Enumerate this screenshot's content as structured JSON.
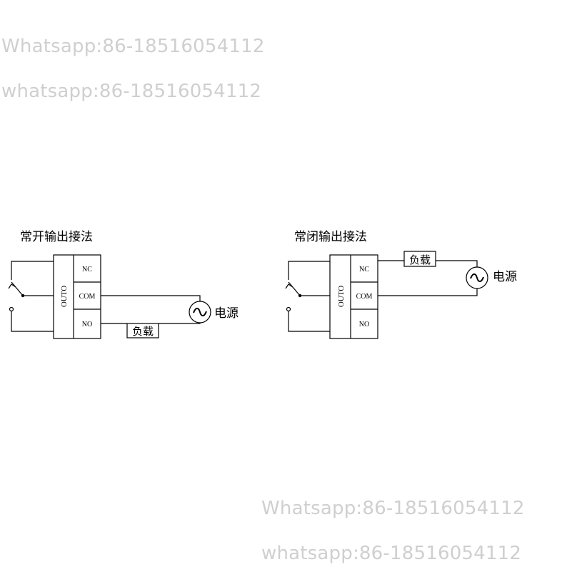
{
  "watermarks": {
    "line1": "Whatsapp:86-18516054112",
    "line2": "whatsapp:86-18516054112",
    "line3": "Whatsapp:86-18516054112",
    "line4": "whatsapp:86-18516054112"
  },
  "diagram_no": {
    "title": "常开输出接法",
    "module_label": "OUTO",
    "terminal_nc": "NC",
    "terminal_com": "COM",
    "terminal_no": "NO",
    "load_label": "负载",
    "power_label": "电源"
  },
  "diagram_nc": {
    "title": "常闭输出接法",
    "module_label": "OUTO",
    "terminal_nc": "NC",
    "terminal_com": "COM",
    "terminal_no": "NO",
    "load_label": "负载",
    "power_label": "电源"
  },
  "colors": {
    "line": "#000000",
    "watermark": "#cfcfcf",
    "background": "#ffffff"
  }
}
